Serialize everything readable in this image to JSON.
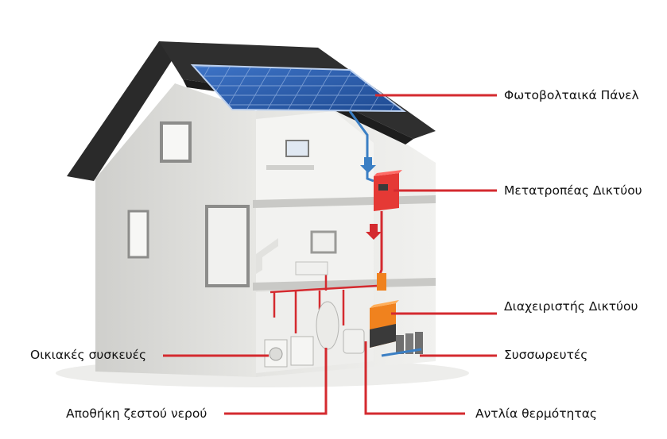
{
  "labels": {
    "pv_panels": "Φωτοβολταικά Πάνελ",
    "grid_inverter": "Μετατροπέας Δικτύου",
    "grid_manager": "Διαχειριστής Δικτύου",
    "batteries": "Συσσωρευτές",
    "appliances": "Οικιακές συσκευές",
    "hot_water_storage": "Αποθήκη ζεστού νερού",
    "heat_pump": "Αντλία θερμότητας"
  },
  "colors": {
    "leader_line": "#d42a2f",
    "roof": "#2a2a2a",
    "solar_panel": "#2d5fae",
    "inverter": "#e53935",
    "grid_manager": "#f0821e",
    "house_wall": "#d9d9d7",
    "cable_blue": "#3b7fc4"
  }
}
